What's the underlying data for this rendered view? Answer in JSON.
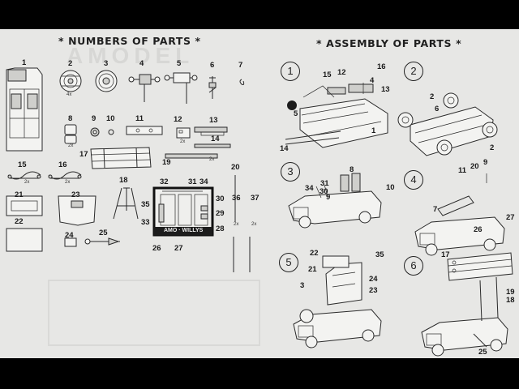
{
  "headers": {
    "parts": "* NUMBERS OF PARTS *",
    "assembly": "* ASSEMBLY OF PARTS *"
  },
  "parts": {
    "0": "1",
    "1": "2",
    "2": "3",
    "3": "4",
    "4": "5",
    "5": "6",
    "6": "7",
    "7": "8",
    "8": "9",
    "9": "10",
    "10": "11",
    "11": "12",
    "12": "13",
    "13": "14",
    "14": "15",
    "15": "16",
    "16": "17",
    "17": "18",
    "18": "19",
    "19": "20",
    "20": "21",
    "21": "22",
    "22": "23",
    "23": "24",
    "24": "25",
    "23b": "26",
    "24b": "27",
    "25": "28",
    "26": "29",
    "27": "30",
    "28": "31",
    "29": "32",
    "30": "33",
    "31": "34",
    "32": "35",
    "33": "36",
    "34": "37"
  },
  "notes": {
    "wheel": "4x",
    "seat": "2x",
    "lamp": "2x",
    "strip": "2x",
    "spring15": "2x",
    "spring16": "2x",
    "rod36": "2x",
    "rod37": "2x"
  },
  "sprue": {
    "brand": "AMO · WILLYS"
  },
  "steps": [
    "1",
    "2",
    "3",
    "4",
    "5",
    "6"
  ],
  "callouts": {
    "s1": [
      "15",
      "12",
      "16",
      "4",
      "13",
      "5",
      "1",
      "14"
    ],
    "s2": [
      "2",
      "6",
      "2"
    ],
    "s3": [
      "31",
      "8",
      "34",
      "30",
      "9",
      "10"
    ],
    "s4": [
      "11",
      "20",
      "9",
      "7",
      "26",
      "27"
    ],
    "s5": [
      "22",
      "35",
      "21",
      "24",
      "3",
      "23"
    ],
    "s6": [
      "17",
      "19",
      "18",
      "25"
    ]
  }
}
